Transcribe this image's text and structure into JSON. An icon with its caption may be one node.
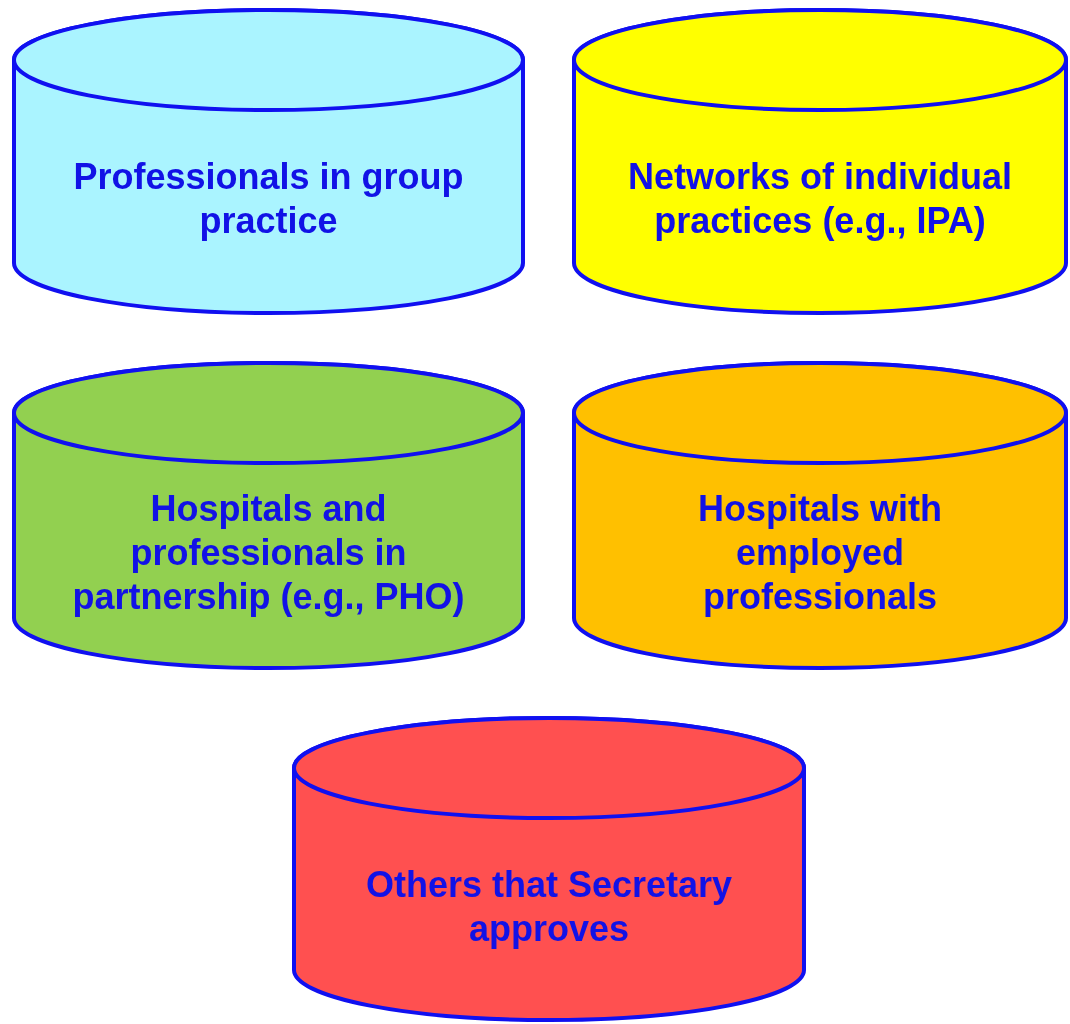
{
  "diagram": {
    "nodes": [
      {
        "text": [
          "Professionals in group practice"
        ]
      },
      {
        "text": [
          "Networks of individual practices (e.g., IPA)"
        ]
      },
      {
        "text": [
          "Hospitals and professionals in partnership (e.g., PHO)"
        ]
      },
      {
        "text": [
          "Hospitals with employed professionals"
        ]
      },
      {
        "text": [
          "Others that Secretary approves"
        ]
      }
    ]
  }
}
